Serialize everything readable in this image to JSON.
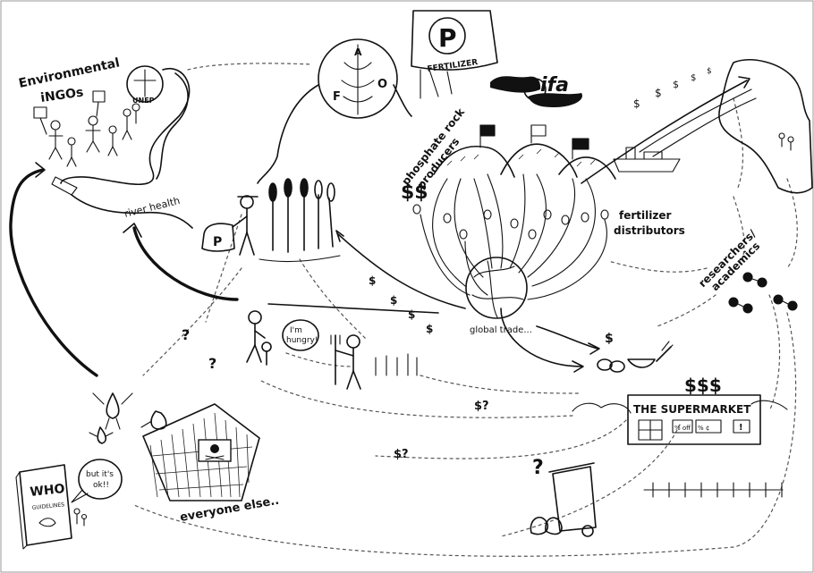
{
  "labels": {
    "env_ngos": [
      "Environmental",
      "iNGOs"
    ],
    "unep": "UNEP",
    "fertilizer_bag": "FERTILIZER",
    "fertilizer_letter": "P",
    "fao_letters": [
      "F",
      "A",
      "O"
    ],
    "ifa": "ifa",
    "phosphate_producers": [
      "phosphate rock",
      "producers"
    ],
    "fertilizer_distributors": [
      "fertilizer",
      "distributors"
    ],
    "global_trade": "global trade...",
    "river_health": "river health",
    "researchers": [
      "researchers/",
      "academics"
    ],
    "im_hungry": [
      "I'm",
      "hungry!"
    ],
    "supermarket": "THE SUPERMARKET",
    "supermarket_signs": [
      "% off",
      "% ¢"
    ],
    "supermarket_exclaim": "!",
    "who_book": [
      "WHO",
      "GUIDELINES"
    ],
    "but_its_ok": [
      "but it's",
      "ok!!"
    ],
    "everyone_else": "everyone else..",
    "farmer_bag_letter": "P"
  },
  "symbols": {
    "dollar": "$",
    "question": "?",
    "dollar_question": "$?",
    "producers_money": "$$",
    "shipping_money": [
      "$",
      "$",
      "$",
      "$",
      "$"
    ],
    "trade_money": [
      "$",
      "$",
      "$",
      "$"
    ],
    "supermarket_money": "$$$",
    "food_money": "$"
  }
}
